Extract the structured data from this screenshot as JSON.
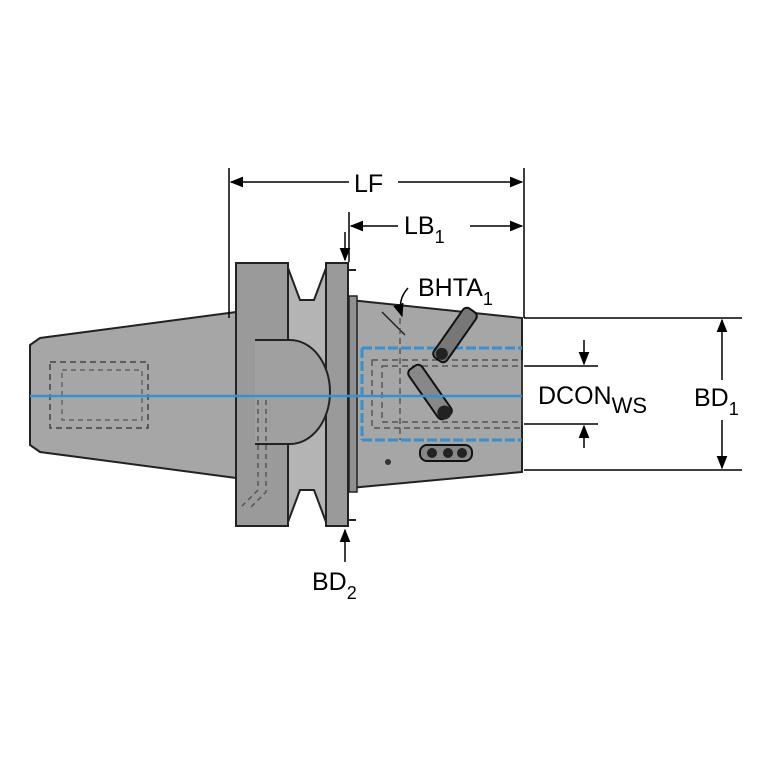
{
  "dimensions": {
    "lf": {
      "main": "LF",
      "sub": ""
    },
    "lb1": {
      "main": "LB",
      "sub": "1"
    },
    "bhta1": {
      "main": "BHTA",
      "sub": "1"
    },
    "dconws": {
      "main": "DCON",
      "sub": "WS"
    },
    "bd1": {
      "main": "BD",
      "sub": "1"
    },
    "bd2": {
      "main": "BD",
      "sub": "2"
    }
  },
  "colors": {
    "body": "#a6a6a6",
    "flange": "#9a9a9a",
    "outline": "#222222",
    "centerline": "#3a8fd1"
  }
}
